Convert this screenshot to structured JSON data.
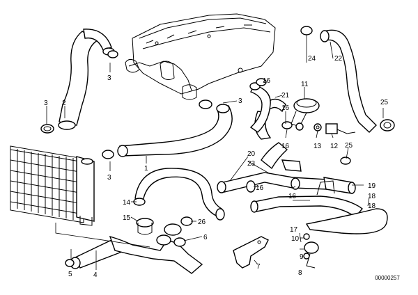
{
  "diagram_id": "00000257",
  "callouts": {
    "c1": "1",
    "c2": "2",
    "c3a": "3",
    "c3b": "3",
    "c3c": "3",
    "c3d": "3",
    "c4": "4",
    "c5": "5",
    "c6": "6",
    "c7": "7",
    "c8": "8",
    "c9": "9",
    "c10": "10",
    "c11": "11",
    "c12": "12",
    "c13": "13",
    "c14": "14",
    "c15": "15",
    "c16a": "16",
    "c16b": "16",
    "c16c": "16",
    "c16d": "16",
    "c16e": "16",
    "c17": "17",
    "c18a": "18",
    "c18b": "18",
    "c19": "19",
    "c20": "20",
    "c21": "21",
    "c22": "22",
    "c23": "23",
    "c24": "24",
    "c25a": "25",
    "c25b": "25",
    "c26": "26"
  }
}
